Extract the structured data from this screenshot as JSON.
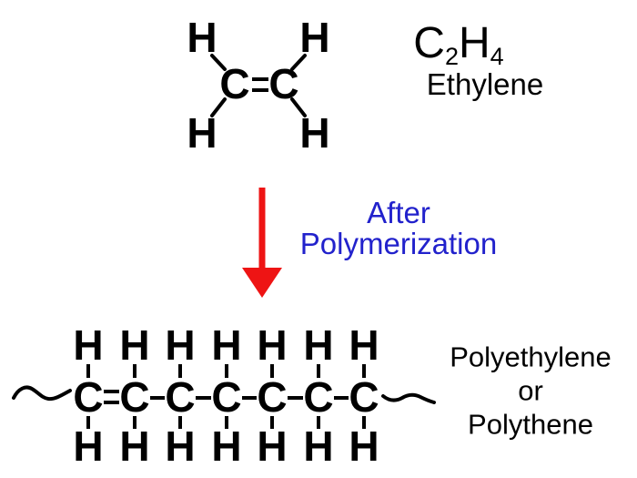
{
  "colors": {
    "page_bg": "#ffffff",
    "ink": "#000000",
    "arrow_red": "#ee1414",
    "caption_blue": "#2222cc"
  },
  "icons": {
    "reaction_arrow": "red-down-arrow",
    "chain_left": "squiggle-bond-continuation",
    "chain_right": "squiggle-bond-continuation"
  },
  "ethylene": {
    "hydrogens": [
      "H",
      "H",
      "H",
      "H"
    ],
    "carbons": [
      "C",
      "C"
    ],
    "formula": {
      "element1": "C",
      "subscript1": "2",
      "element2": "H",
      "subscript2": "4"
    },
    "name": "Ethylene"
  },
  "reaction": {
    "caption_line1": "After",
    "caption_line2": "Polymerization"
  },
  "polymer": {
    "hydrogens_top": [
      "H",
      "H",
      "H",
      "H",
      "H",
      "H",
      "H"
    ],
    "carbons": [
      "C",
      "C",
      "C",
      "C",
      "C",
      "C",
      "C"
    ],
    "hydrogens_bottom": [
      "H",
      "H",
      "H",
      "H",
      "H",
      "H",
      "H"
    ],
    "label_line1": "Polyethylene",
    "label_line2": "or",
    "label_line3": "Polythene"
  }
}
